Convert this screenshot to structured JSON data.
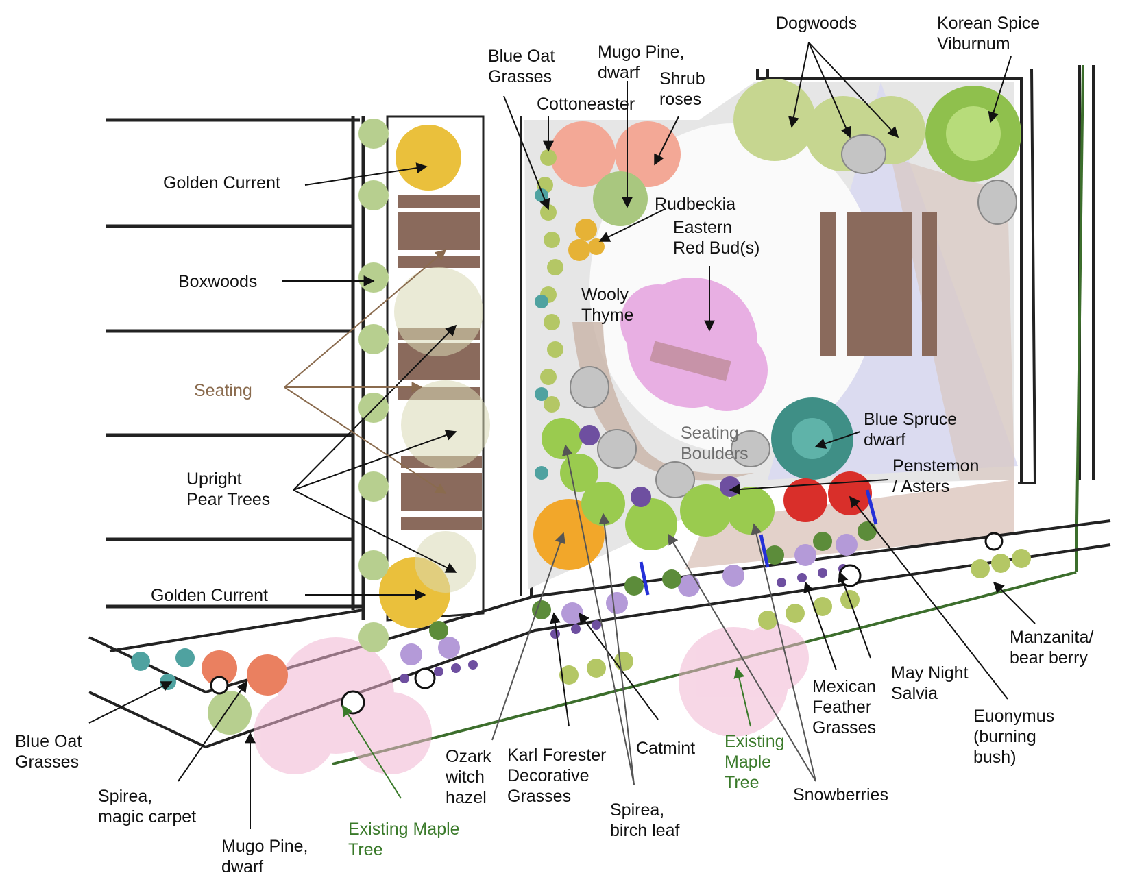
{
  "labels": {
    "dogwoods": [
      "Dogwoods"
    ],
    "korean_spice_viburnum": [
      "Korean Spice",
      "Viburnum"
    ],
    "blue_oat_grasses_top": [
      "Blue Oat",
      "Grasses"
    ],
    "mugo_pine_top": [
      "Mugo Pine,",
      "dwarf"
    ],
    "shrub_roses": [
      "Shrub",
      "roses"
    ],
    "cottoneaster": [
      "Cottoneaster"
    ],
    "golden_current_top": [
      "Golden Current"
    ],
    "rudbeckia": [
      "Rudbeckia"
    ],
    "eastern_red_bud": [
      "Eastern",
      "Red Bud(s)"
    ],
    "boxwoods": [
      "Boxwoods"
    ],
    "wooly_thyme": [
      "Wooly",
      "Thyme"
    ],
    "seating": [
      "Seating"
    ],
    "blue_spruce": [
      "Blue Spruce",
      "dwarf"
    ],
    "seating_boulders": [
      "Seating",
      "Boulders"
    ],
    "upright_pear_trees": [
      "Upright",
      "Pear Trees"
    ],
    "penstemon_asters": [
      "Penstemon",
      "/ Asters"
    ],
    "golden_current_bottom": [
      "Golden Current"
    ],
    "manzanita": [
      "Manzanita/",
      "bear berry"
    ],
    "may_night_salvia": [
      "May Night",
      "Salvia"
    ],
    "mexican_feather_grasses": [
      "Mexican",
      "Feather",
      "Grasses"
    ],
    "euonymus": [
      "Euonymus",
      "(burning",
      "bush)"
    ],
    "blue_oat_grasses_bottom": [
      "Blue Oat",
      "Grasses"
    ],
    "existing_maple_right": [
      "Existing",
      "Maple",
      "Tree"
    ],
    "catmint": [
      "Catmint"
    ],
    "ozark_witch_hazel": [
      "Ozark",
      "witch",
      "hazel"
    ],
    "karl_forester": [
      "Karl Forester",
      "Decorative",
      "Grasses"
    ],
    "snowberries": [
      "Snowberries"
    ],
    "spirea_magic_carpet": [
      "Spirea,",
      "magic carpet"
    ],
    "spirea_birch_leaf": [
      "Spirea,",
      "birch leaf"
    ],
    "existing_maple_bottom": [
      "Existing Maple",
      "Tree"
    ],
    "mugo_pine_bottom": [
      "Mugo Pine,",
      "dwarf"
    ]
  },
  "colors": {
    "label_default": "#111111",
    "label_seating": "#8a6b4e",
    "label_existing_tree": "#3a7a2a",
    "label_boulders": "#6e6e6e",
    "seating_bench": "#8a6a5c",
    "patio_path": "#e0e0e0"
  }
}
